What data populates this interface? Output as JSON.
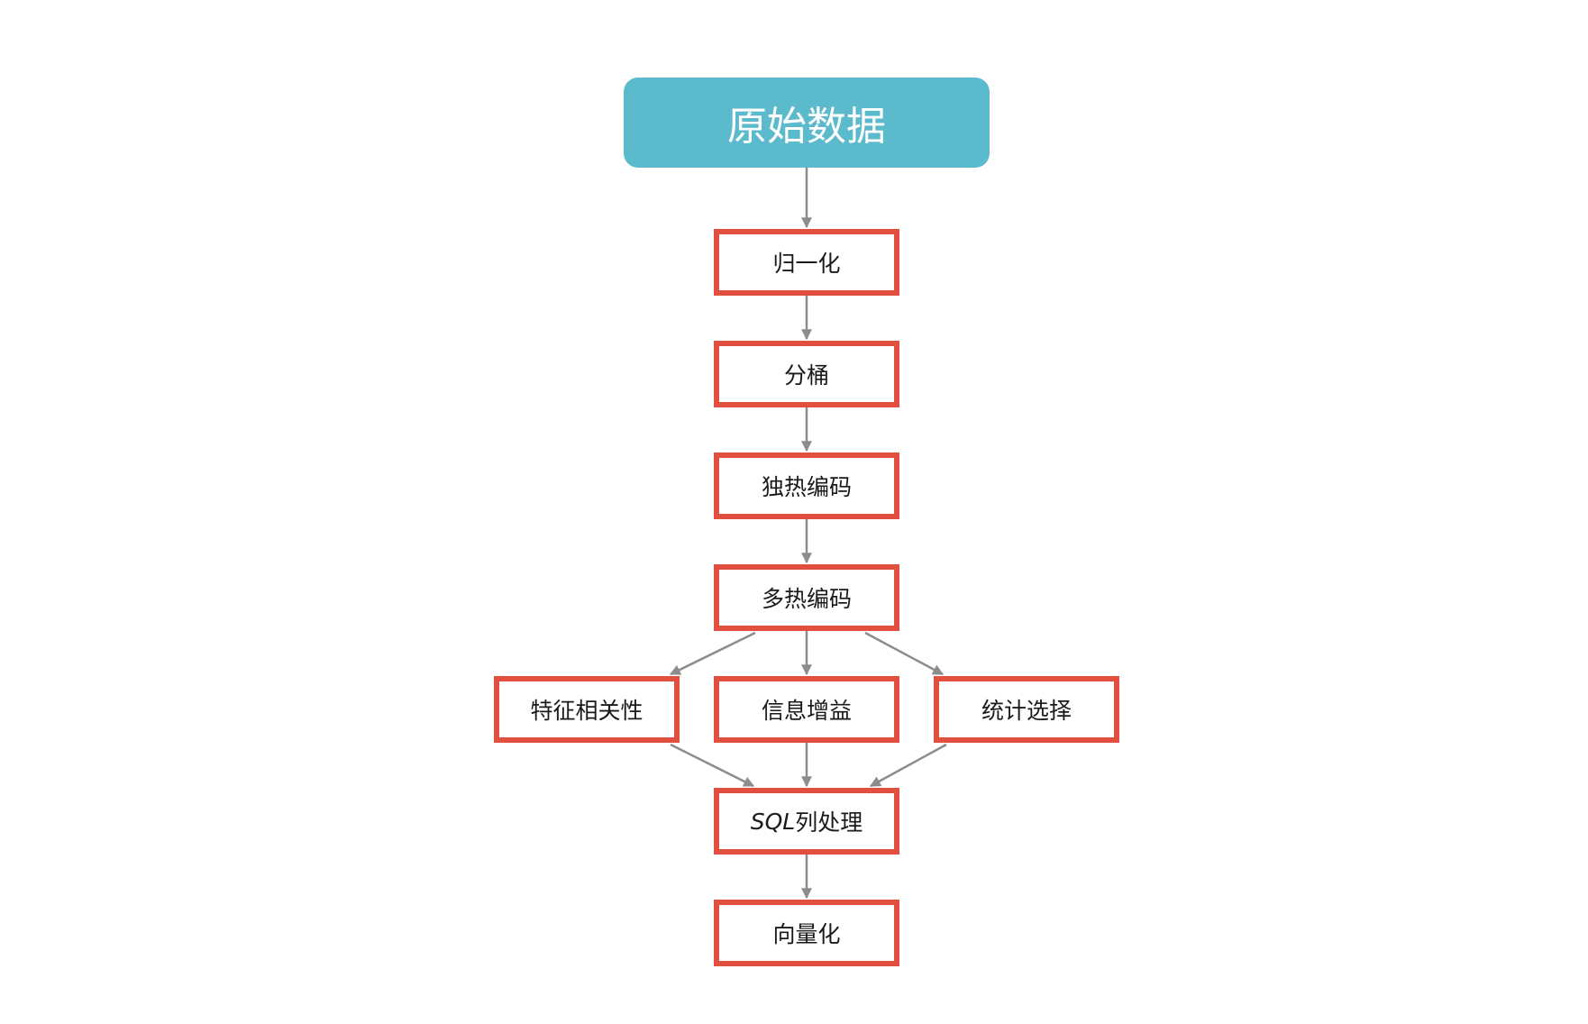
{
  "diagram": {
    "title": "原始数据",
    "nodes": {
      "normalize": "归一化",
      "bucketize": "分桶",
      "one_hot": "独热编码",
      "multi_hot": "多热编码",
      "feature_correlation": "特征相关性",
      "info_gain": "信息增益",
      "stat_select": "统计选择",
      "sql_prefix": "SQL",
      "sql_suffix": "列处理",
      "vectorize": "向量化"
    },
    "colors": {
      "root_fill": "#5bbacc",
      "node_border": "#e04f3f",
      "arrow": "#8c8c8c"
    }
  }
}
